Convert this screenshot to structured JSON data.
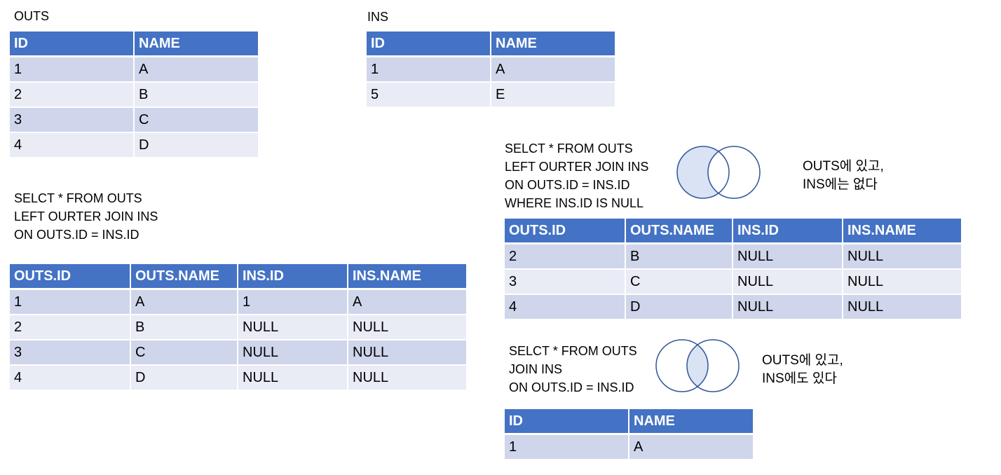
{
  "outs": {
    "title": "OUTS",
    "columns": [
      "ID",
      "NAME"
    ],
    "rows": [
      [
        "1",
        "A"
      ],
      [
        "2",
        "B"
      ],
      [
        "3",
        "C"
      ],
      [
        "4",
        "D"
      ]
    ]
  },
  "ins": {
    "title": "INS",
    "columns": [
      "ID",
      "NAME"
    ],
    "rows": [
      [
        "1",
        "A"
      ],
      [
        "5",
        "E"
      ]
    ]
  },
  "left_join": {
    "sql": [
      "SELCT * FROM OUTS",
      "LEFT OURTER JOIN INS",
      "ON OUTS.ID = INS.ID"
    ],
    "columns": [
      "OUTS.ID",
      "OUTS.NAME",
      "INS.ID",
      "INS.NAME"
    ],
    "rows": [
      [
        "1",
        "A",
        "1",
        "A"
      ],
      [
        "2",
        "B",
        "NULL",
        "NULL"
      ],
      [
        "3",
        "C",
        "NULL",
        "NULL"
      ],
      [
        "4",
        "D",
        "NULL",
        "NULL"
      ]
    ]
  },
  "left_only": {
    "sql": [
      "SELCT * FROM OUTS",
      "LEFT OURTER JOIN INS",
      "ON OUTS.ID = INS.ID",
      "WHERE INS.ID IS NULL"
    ],
    "caption": [
      "OUTS에 있고,",
      "INS에는 없다"
    ],
    "columns": [
      "OUTS.ID",
      "OUTS.NAME",
      "INS.ID",
      "INS.NAME"
    ],
    "rows": [
      [
        "2",
        "B",
        "NULL",
        "NULL"
      ],
      [
        "3",
        "C",
        "NULL",
        "NULL"
      ],
      [
        "4",
        "D",
        "NULL",
        "NULL"
      ]
    ]
  },
  "inner_join": {
    "sql": [
      "SELCT * FROM OUTS",
      "JOIN INS",
      "ON OUTS.ID = INS.ID"
    ],
    "caption": [
      "OUTS에 있고,",
      "INS에도 있다"
    ],
    "columns": [
      "ID",
      "NAME"
    ],
    "rows": [
      [
        "1",
        "A"
      ]
    ]
  },
  "colors": {
    "header": "#4472c4",
    "row_dark": "#cfd5ea",
    "row_light": "#e9ebf5",
    "venn_fill": "#dae3f3",
    "venn_stroke": "#2f5597"
  }
}
